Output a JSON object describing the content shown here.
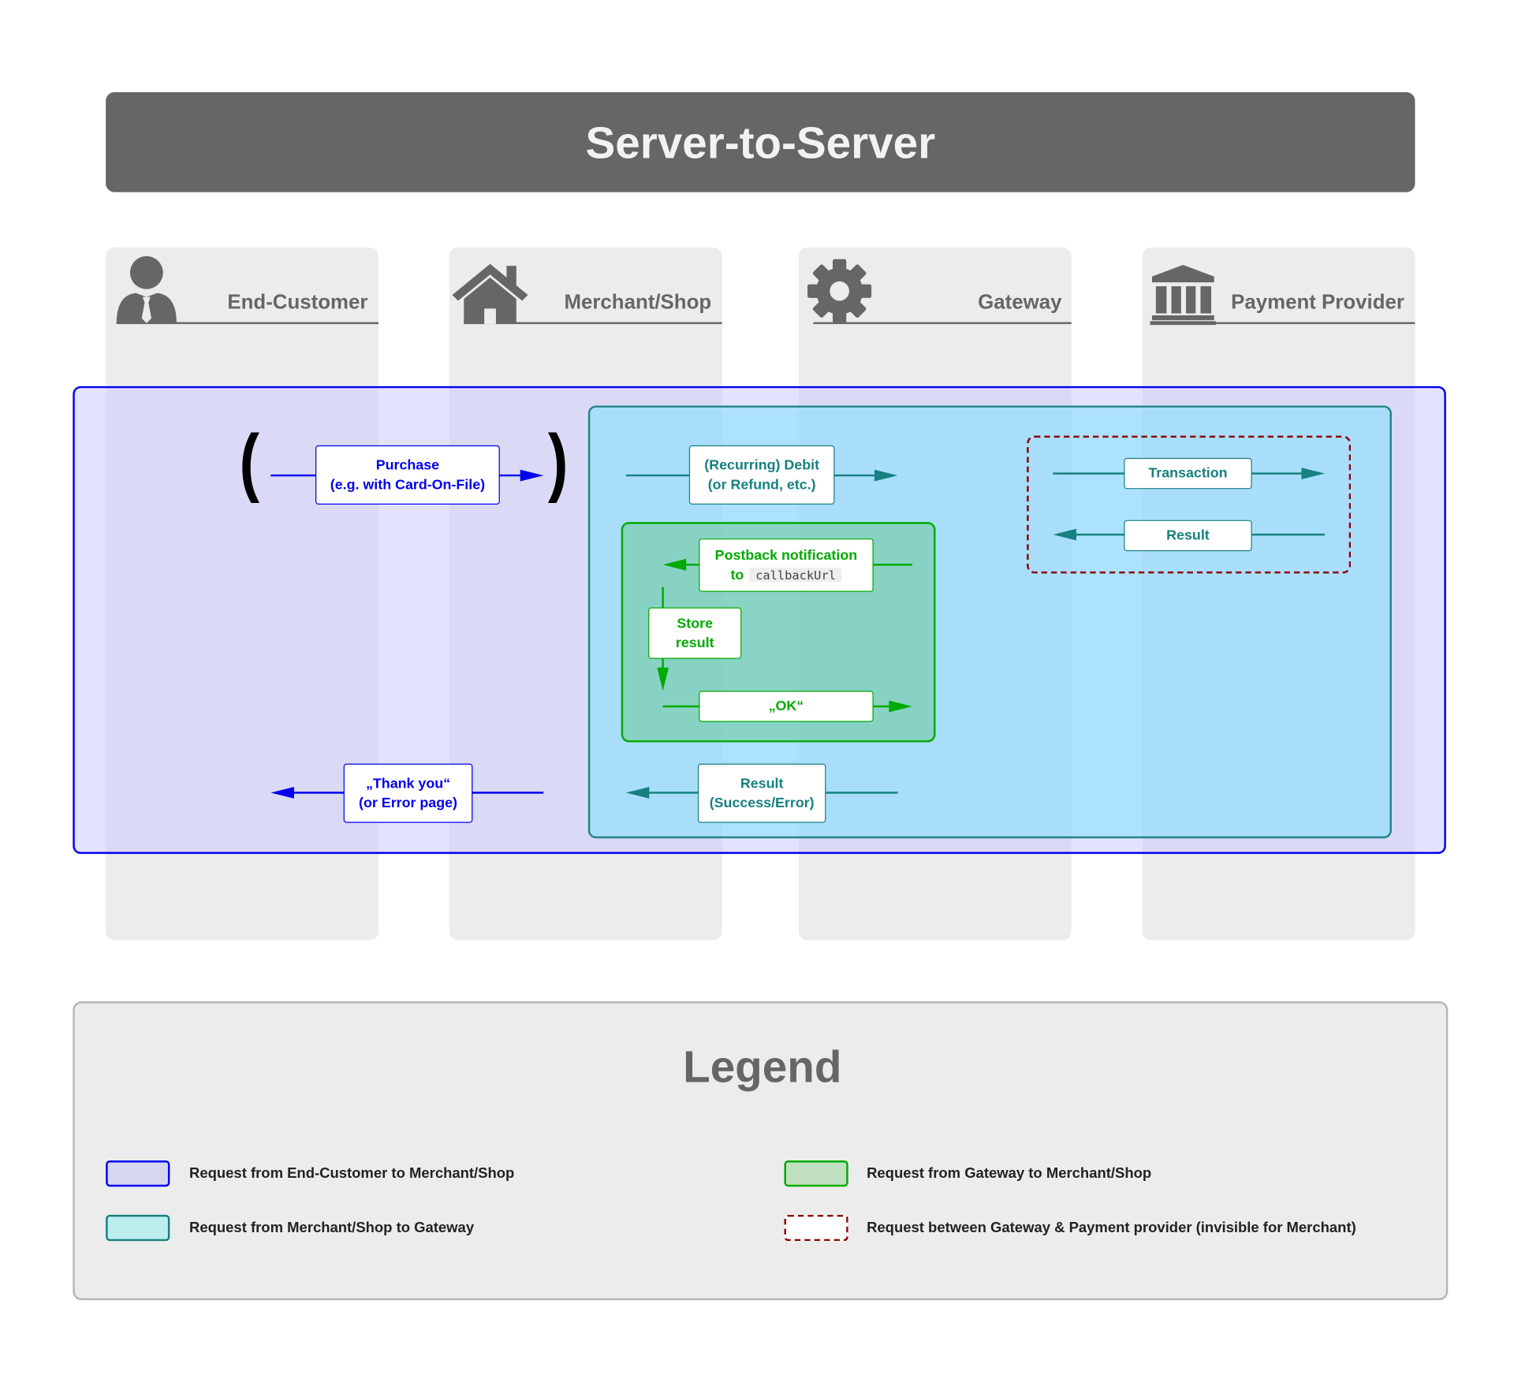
{
  "title": "Server-to-Server",
  "lanes": [
    {
      "label": "End-Customer",
      "icon": "person-icon"
    },
    {
      "label": "Merchant/Shop",
      "icon": "house-icon"
    },
    {
      "label": "Gateway",
      "icon": "gear-icon"
    },
    {
      "label": "Payment Provider",
      "icon": "bank-icon"
    }
  ],
  "flow": {
    "purchase": {
      "line1": "Purchase",
      "line2": "(e.g. with Card-On-File)"
    },
    "debit": {
      "line1": "(Recurring) Debit",
      "line2": "(or Refund, etc.)"
    },
    "transaction": "Transaction",
    "provider_result": "Result",
    "postback": {
      "line1": "Postback notification",
      "to": "to",
      "code": "callbackUrl"
    },
    "store": {
      "line1": "Store",
      "line2": "result"
    },
    "ok": "„OK“",
    "result": {
      "line1": "Result",
      "line2": "(Success/Error)"
    },
    "thankyou": {
      "line1": "„Thank you“",
      "line2": "(or Error page)"
    },
    "paren_open": "(",
    "paren_close": ")"
  },
  "legend": {
    "title": "Legend",
    "items": [
      {
        "label": "Request from End-Customer to Merchant/Shop",
        "color": "#0000ee"
      },
      {
        "label": "Request from Gateway to Merchant/Shop",
        "color": "#00aa00"
      },
      {
        "label": "Request from Merchant/Shop to Gateway",
        "color": "#178080"
      },
      {
        "label": "Request between Gateway & Payment provider (invisible for Merchant)",
        "color": "#8b0000"
      }
    ]
  }
}
